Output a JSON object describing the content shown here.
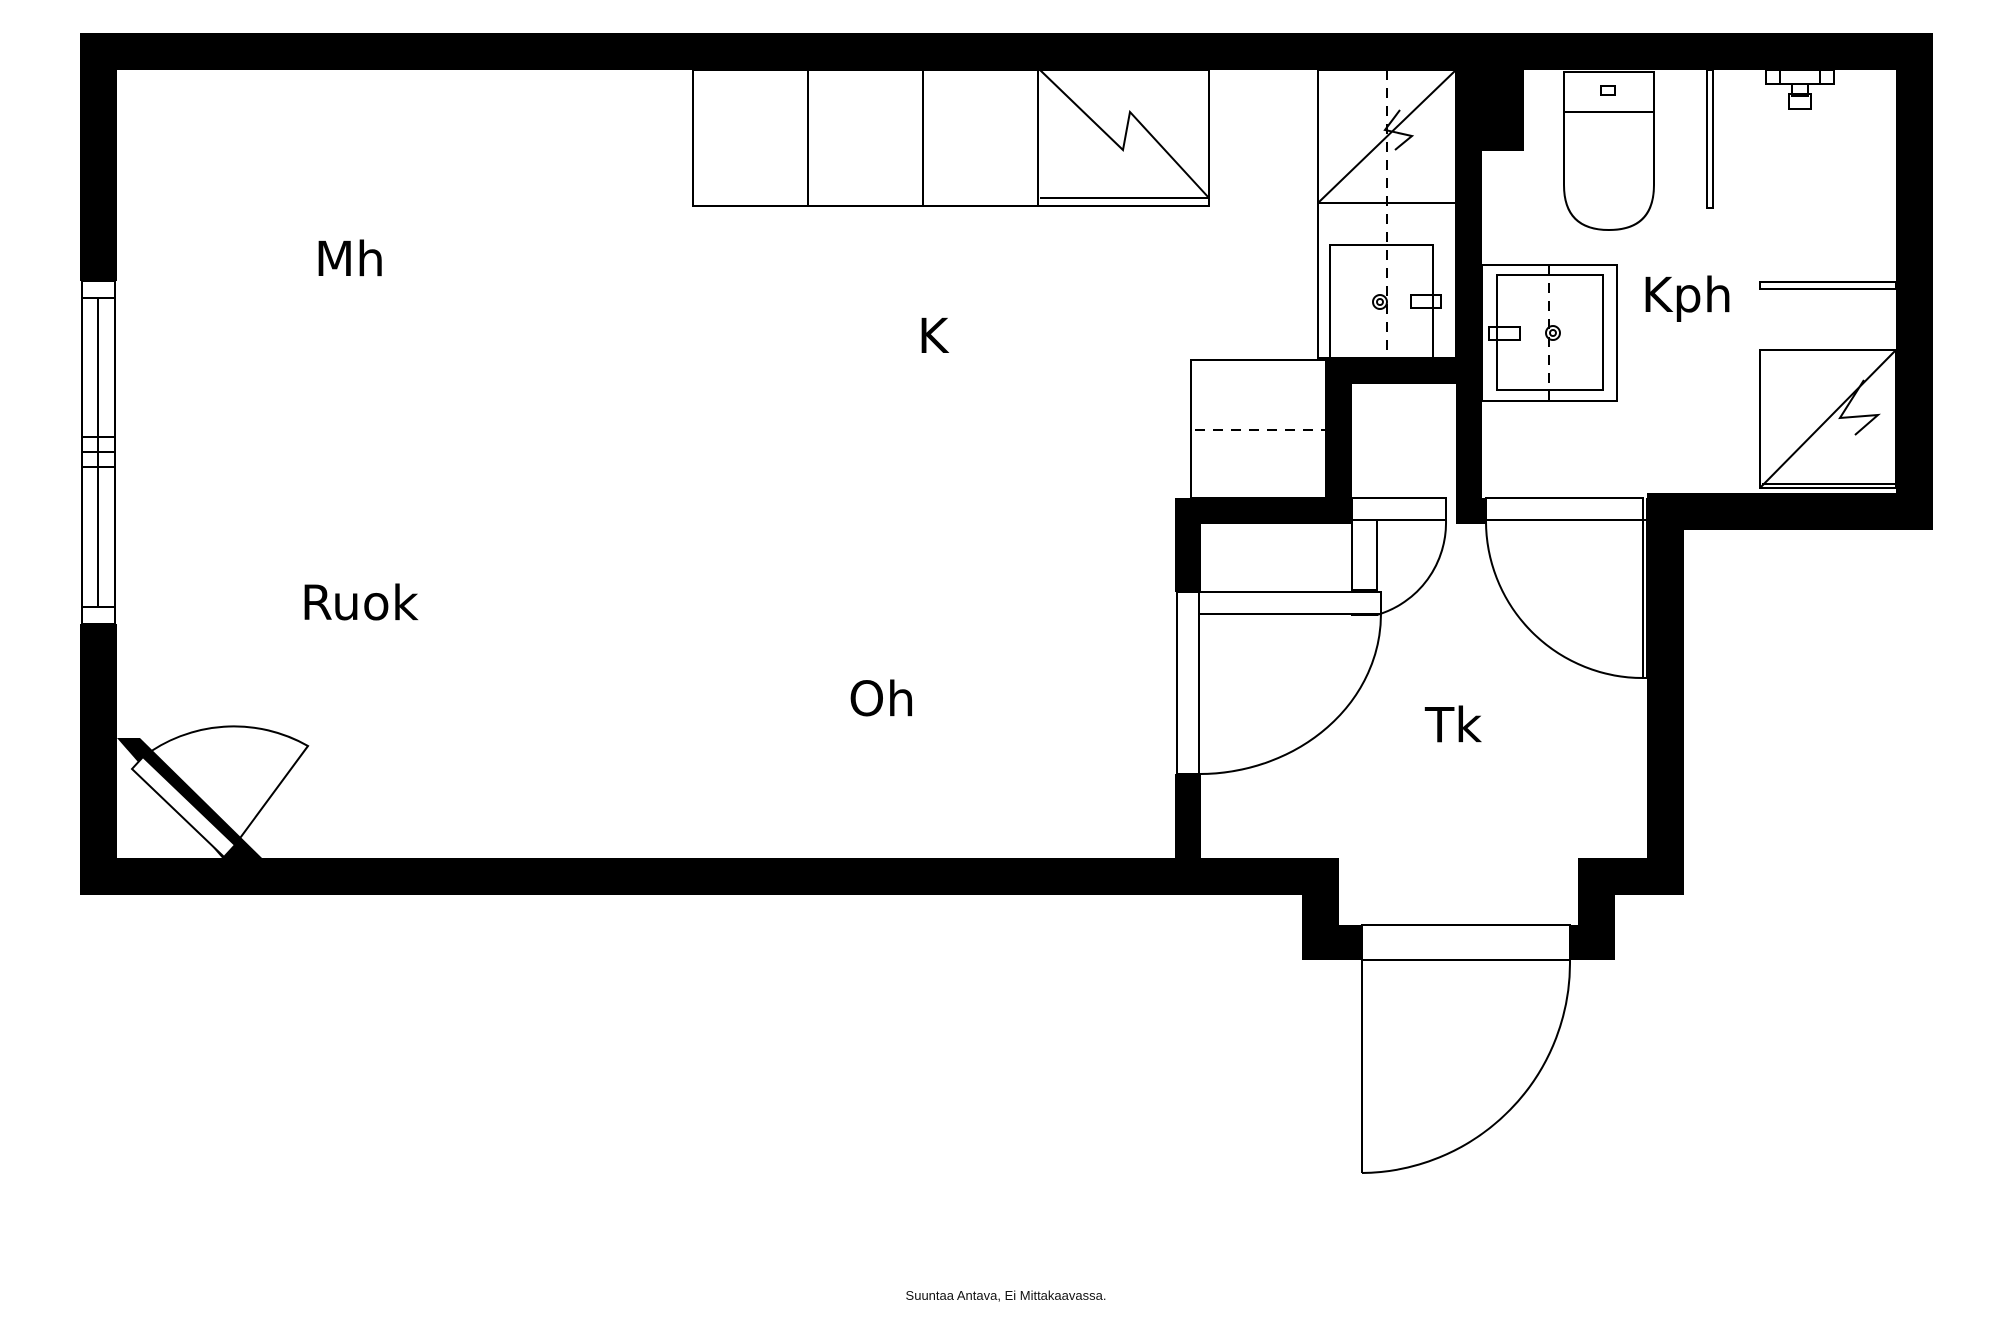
{
  "rooms": {
    "mh": "Mh",
    "k": "K",
    "ruok": "Ruok",
    "oh": "Oh",
    "tk": "Tk",
    "kph": "Kph"
  },
  "disclaimer": "Suuntaa Antava, Ei Mittakaavassa.",
  "colors": {
    "wall": "#000000",
    "background": "#ffffff"
  }
}
